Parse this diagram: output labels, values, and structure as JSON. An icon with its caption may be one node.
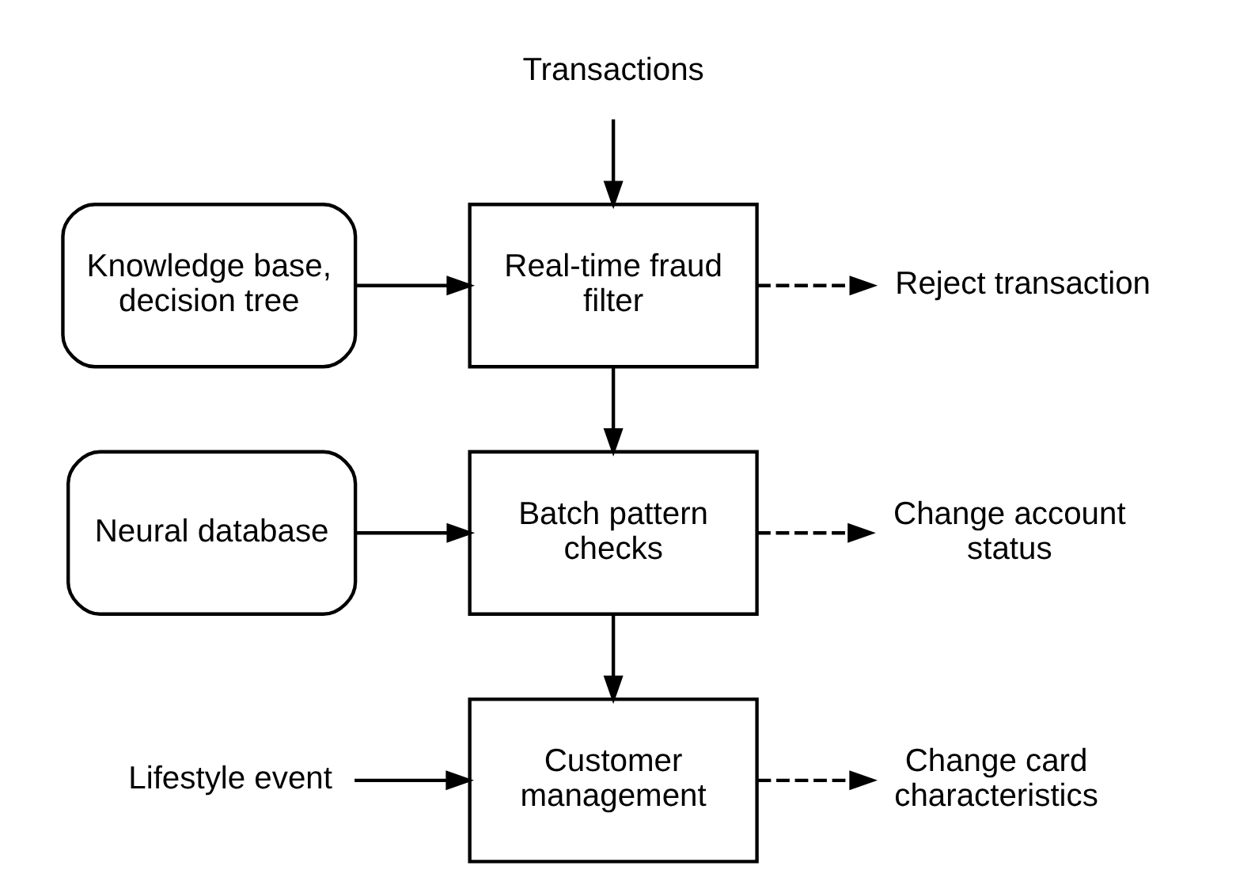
{
  "diagram": {
    "nodes": [
      {
        "text": [
          "Transactions"
        ]
      },
      {
        "text": [
          "Knowledge base, decision tree"
        ]
      },
      {
        "text": [
          "Real-time fraud filter"
        ]
      },
      {
        "text": [
          "Reject transaction"
        ]
      },
      {
        "text": [
          "Neural database"
        ]
      },
      {
        "text": [
          "Batch pattern checks"
        ]
      },
      {
        "text": [
          "Change account status"
        ]
      },
      {
        "text": [
          "Lifestyle event"
        ]
      },
      {
        "text": [
          "Customer management"
        ]
      },
      {
        "text": [
          "Change card characteristics"
        ]
      }
    ],
    "edges": [
      {
        "from": 0,
        "to": 2,
        "arrow": "to"
      },
      {
        "from": 1,
        "to": 2,
        "arrow": "to"
      },
      {
        "from": 2,
        "to": 3,
        "arrow": "to",
        "style": "dashed"
      },
      {
        "from": 2,
        "to": 5,
        "arrow": "to"
      },
      {
        "from": 4,
        "to": 5,
        "arrow": "to"
      },
      {
        "from": 5,
        "to": 6,
        "arrow": "to",
        "style": "dashed"
      },
      {
        "from": 5,
        "to": 8,
        "arrow": "to"
      },
      {
        "from": 7,
        "to": 8,
        "arrow": "to"
      },
      {
        "from": 8,
        "to": 9,
        "arrow": "to",
        "style": "dashed"
      }
    ]
  }
}
